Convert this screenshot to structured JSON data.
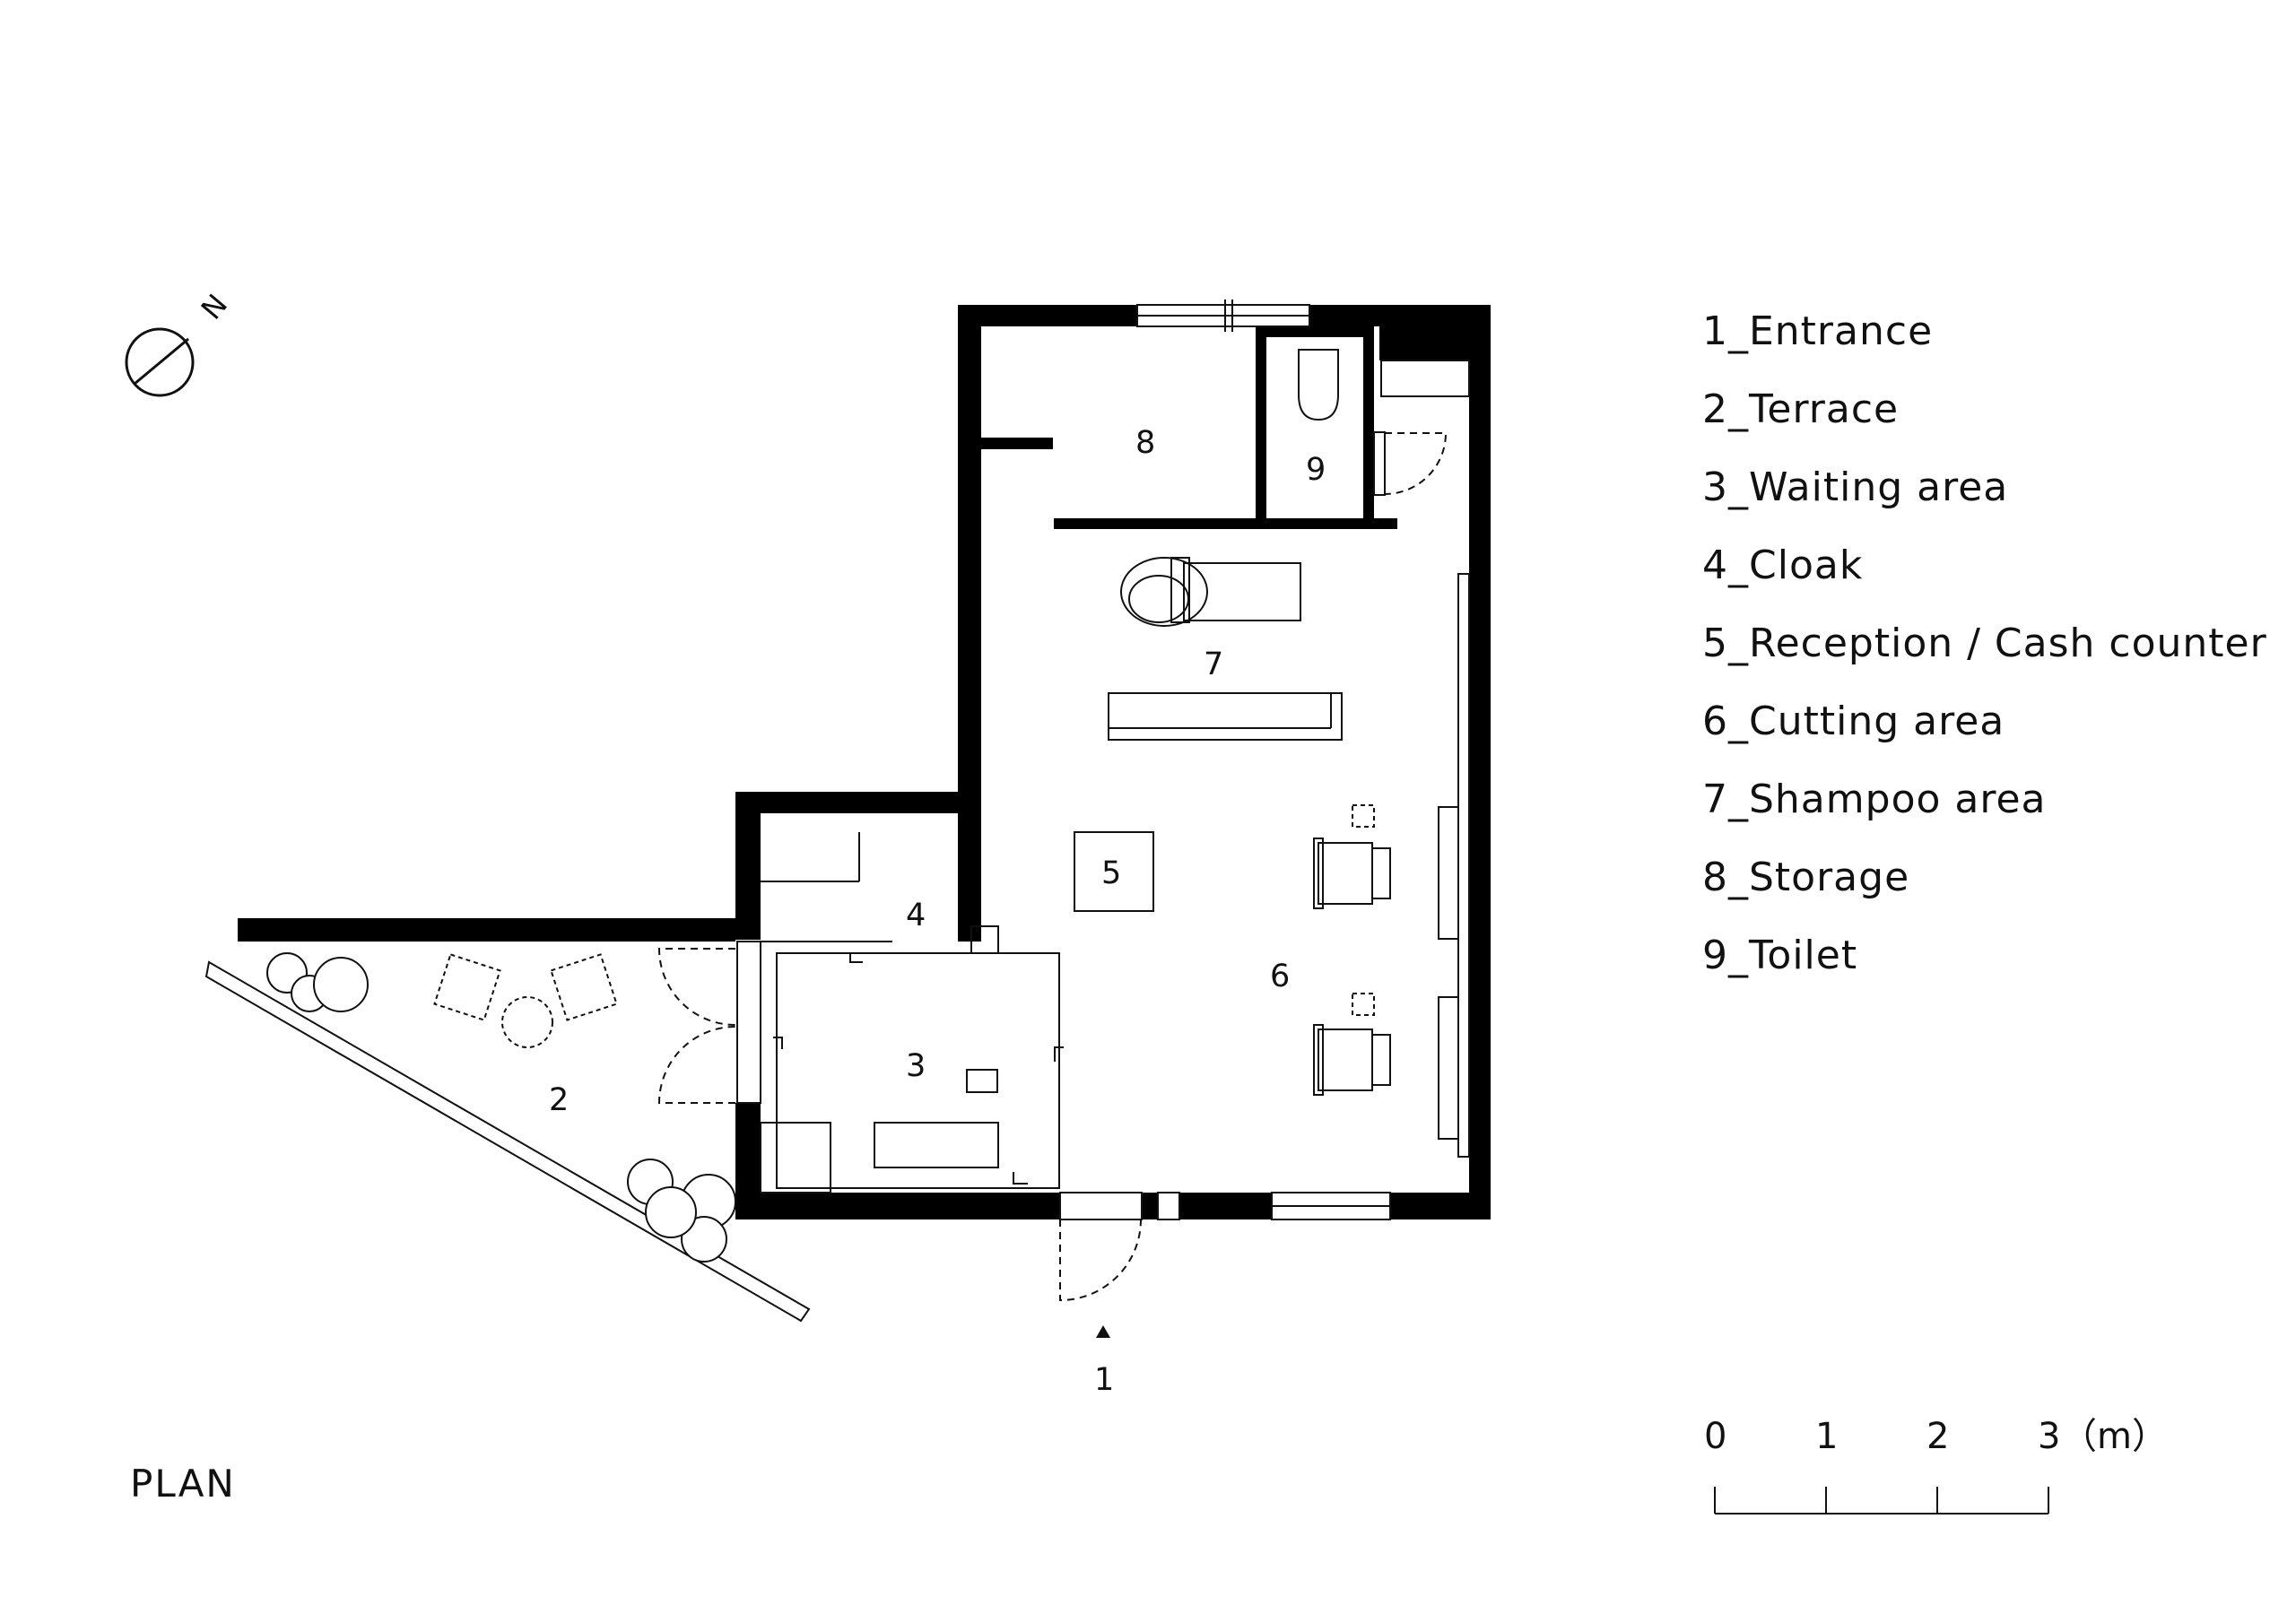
{
  "title": "PLAN",
  "north_label": "N",
  "legend": [
    "1_Entrance",
    "2_Terrace",
    "3_Waiting area",
    "4_Cloak",
    "5_Reception / Cash counter",
    "6_Cutting area",
    "7_Shampoo area",
    "8_Storage",
    "9_Toilet"
  ],
  "rooms": {
    "r1": "1",
    "r2": "2",
    "r3": "3",
    "r4": "4",
    "r5": "5",
    "r6": "6",
    "r7": "7",
    "r8": "8",
    "r9": "9"
  },
  "scale": {
    "ticks": [
      "0",
      "1",
      "2",
      "3"
    ],
    "unit": "（m）"
  }
}
